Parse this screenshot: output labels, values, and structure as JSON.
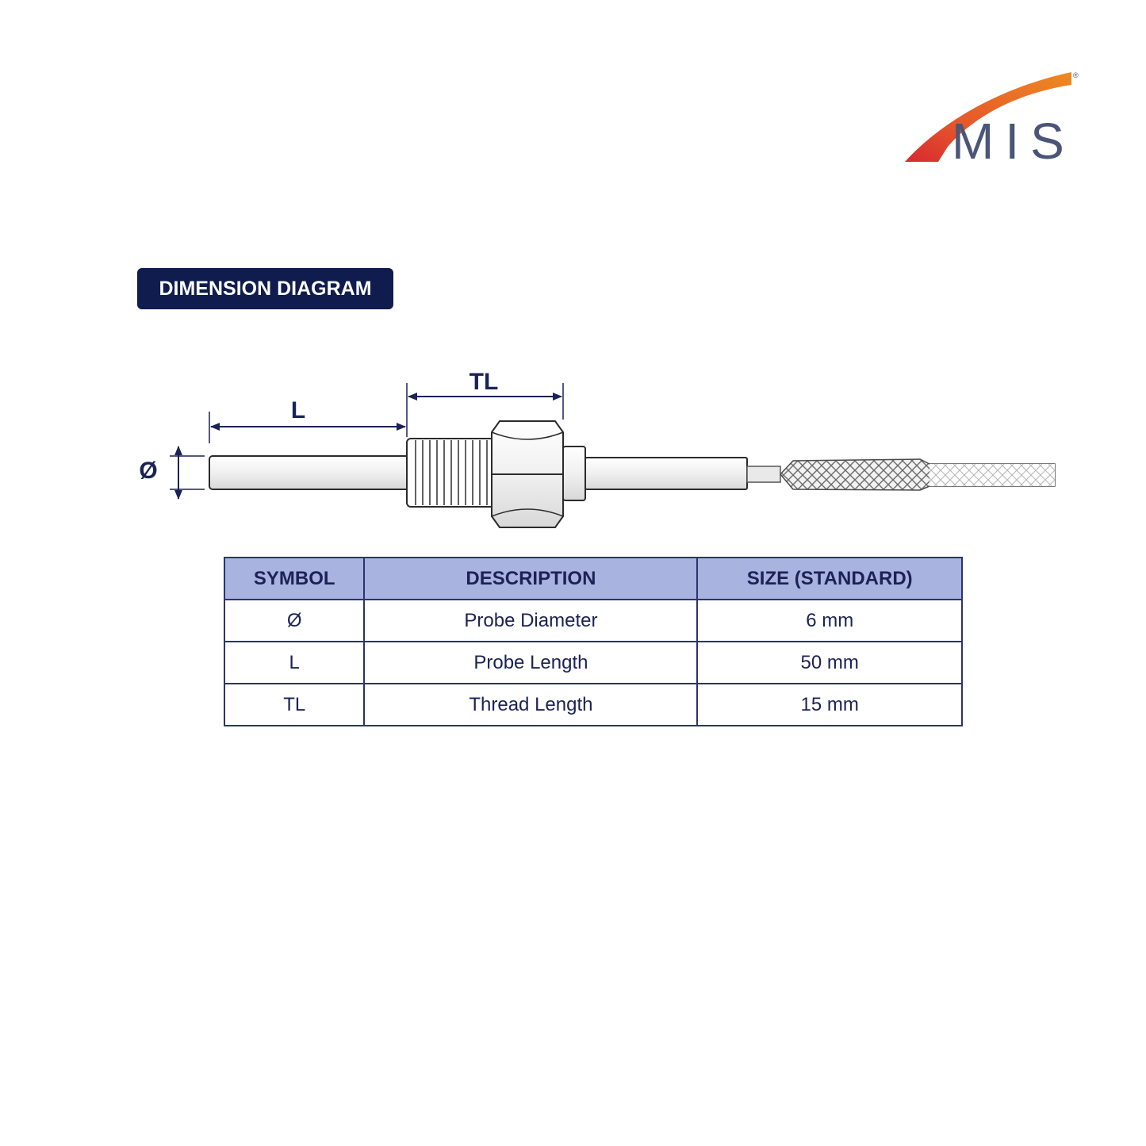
{
  "brand": {
    "name": "MIS",
    "registered_mark": "®",
    "colors": {
      "swoosh_orange": "#e8862a",
      "swoosh_red": "#d9282f",
      "text": "#4a5578"
    }
  },
  "section_title": "DIMENSION DIAGRAM",
  "diagram": {
    "labels": {
      "diameter": "Ø",
      "length": "L",
      "thread_length": "TL"
    },
    "colors": {
      "dimension_lines": "#1b2255",
      "outline": "#2b2b2b"
    }
  },
  "table": {
    "headers": [
      "SYMBOL",
      "DESCRIPTION",
      "SIZE (STANDARD)"
    ],
    "rows": [
      {
        "symbol": "Ø",
        "description": "Probe Diameter",
        "size": "6 mm"
      },
      {
        "symbol": "L",
        "description": "Probe Length",
        "size": "50 mm"
      },
      {
        "symbol": "TL",
        "description": "Thread Length",
        "size": "15 mm"
      }
    ],
    "colors": {
      "header_bg": "#a9b3e0",
      "border": "#2b3370",
      "text": "#1b2255"
    }
  }
}
